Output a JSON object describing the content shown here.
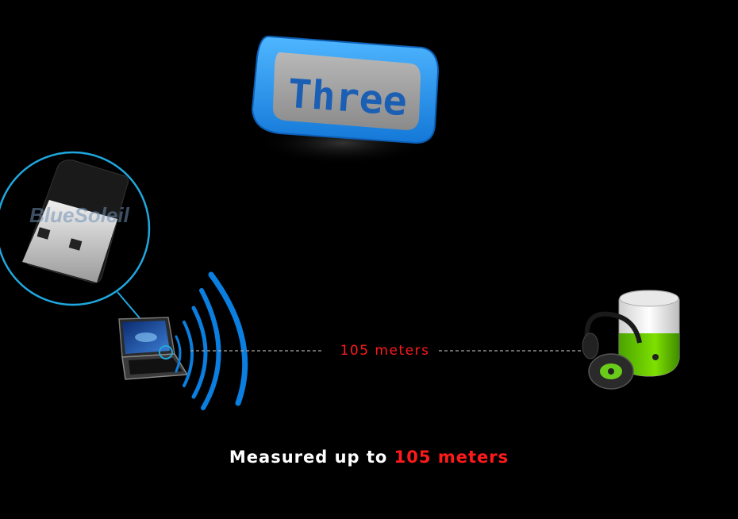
{
  "badge": {
    "text": "Three"
  },
  "dongle": {
    "logo_text": "BlueSoleil"
  },
  "distance": {
    "label": "105 meters"
  },
  "caption": {
    "prefix": "Measured up to",
    "highlight": "105 meters"
  },
  "colors": {
    "background": "#000000",
    "badge_blue": "#1e90f0",
    "badge_face": "#9a9a9a",
    "badge_text": "#1a5fb4",
    "signal_wave": "#0a7fe0",
    "highlight_red": "#ff1a1a",
    "speaker_green": "#66cc00"
  }
}
